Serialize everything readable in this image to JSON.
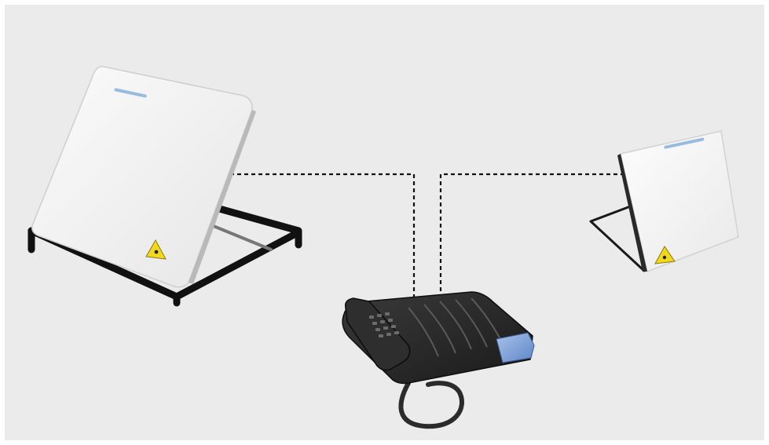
{
  "scene": {
    "background_color": "#ebebeb",
    "frame_color": "#ffffff",
    "connector_color": "#111111",
    "connector_style": "dashed",
    "devices": [
      {
        "id": "left-terminal",
        "kind": "satellite-terminal",
        "icon": "warning-triangle-icon",
        "accent": "#f2d81d"
      },
      {
        "id": "right-terminal",
        "kind": "satellite-terminal",
        "icon": "warning-triangle-icon",
        "accent": "#f2d81d"
      },
      {
        "id": "desk-phone",
        "kind": "desk-telephone",
        "accent": "#7b9fd6"
      }
    ],
    "links": [
      {
        "from": "left-terminal",
        "to": "desk-phone"
      },
      {
        "from": "right-terminal",
        "to": "desk-phone"
      }
    ]
  }
}
